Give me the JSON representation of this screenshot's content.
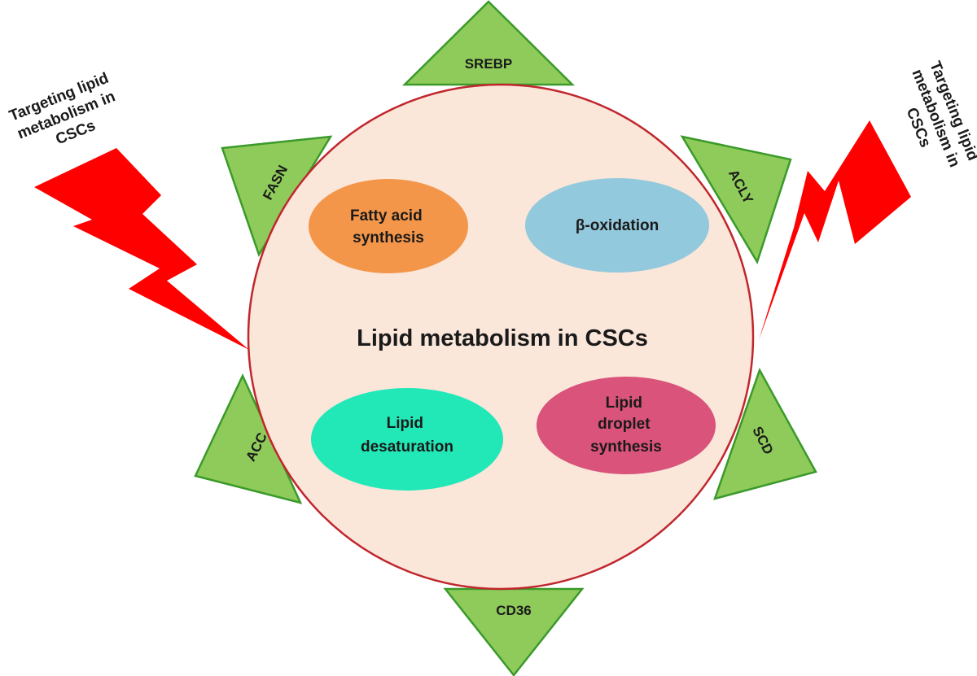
{
  "center": {
    "title": "Lipid metabolism in CSCs"
  },
  "processes": [
    {
      "id": "fatty-acid-synthesis",
      "lines": [
        "Fatty acid",
        "synthesis"
      ],
      "color": "#f4964a"
    },
    {
      "id": "beta-oxidation",
      "lines": [
        "β-oxidation"
      ],
      "color": "#93c9dc"
    },
    {
      "id": "lipid-desaturation",
      "lines": [
        "Lipid",
        "desaturation"
      ],
      "color": "#22e8b8"
    },
    {
      "id": "lipid-droplet-synthesis",
      "lines": [
        "Lipid",
        "droplet",
        "synthesis"
      ],
      "color": "#d9537a"
    }
  ],
  "targets": [
    {
      "id": "srebp",
      "label": "SREBP"
    },
    {
      "id": "acly",
      "label": "ACLY"
    },
    {
      "id": "scd",
      "label": "SCD"
    },
    {
      "id": "cd36",
      "label": "CD36"
    },
    {
      "id": "acc",
      "label": "ACC"
    },
    {
      "id": "fasn",
      "label": "FASN"
    }
  ],
  "bolts": {
    "left": {
      "lines": [
        "Targeting lipid",
        "metabolism in",
        "CSCs"
      ]
    },
    "right": {
      "lines": [
        "Targeting lipid",
        "metabolism in",
        "CSCs"
      ]
    }
  },
  "colors": {
    "circle_fill": "#fbe6da",
    "circle_stroke": "#c0272d",
    "triangle_fill": "#8fcb5a",
    "triangle_stroke": "#3a9a2a",
    "bolt_fill": "#ff0000"
  }
}
